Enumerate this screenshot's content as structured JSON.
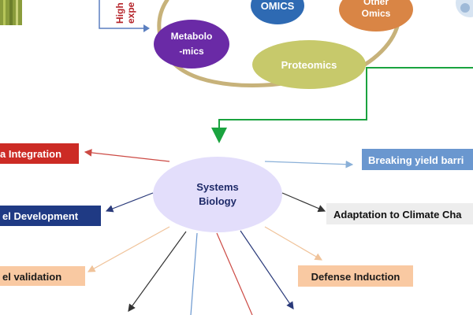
{
  "colors": {
    "omics": "#2e6ab3",
    "other_omics": "#d98545",
    "metabolomics": "#6a2aa6",
    "proteomics": "#c7c96b",
    "systems_biology": "#e3defb",
    "cycle_ring": "#c7b27a",
    "blue_arrow": "#4a6fb0",
    "green_arrow": "#1aa33f",
    "red_box": "#cc2b25",
    "navy_box": "#1f3a84",
    "light_blue_box": "#6a97cf",
    "gray_box": "#ededed",
    "peach_box": "#f9c9a2",
    "red_text": "#b5252b"
  },
  "top_vertical_text_line1": "High",
  "top_vertical_text_line2": "expe",
  "nodes": {
    "omics": "OMICS",
    "other_omics_line1": "Other",
    "other_omics_line2": "Omics",
    "metabolomics_line1": "Metabolo",
    "metabolomics_line2": "-mics",
    "proteomics": "Proteomics",
    "systems_biology_line1": "Systems",
    "systems_biology_line2": "Biology"
  },
  "boxes": {
    "data_integration": "a Integration",
    "model_development": "el Development",
    "model_validation": "el validation",
    "breaking_yield": "Breaking yield barri",
    "adaptation": "Adaptation to Climate Cha",
    "defense": "Defense Induction"
  },
  "icons": [
    "image-thumbnail-left",
    "image-thumbnail-right"
  ]
}
